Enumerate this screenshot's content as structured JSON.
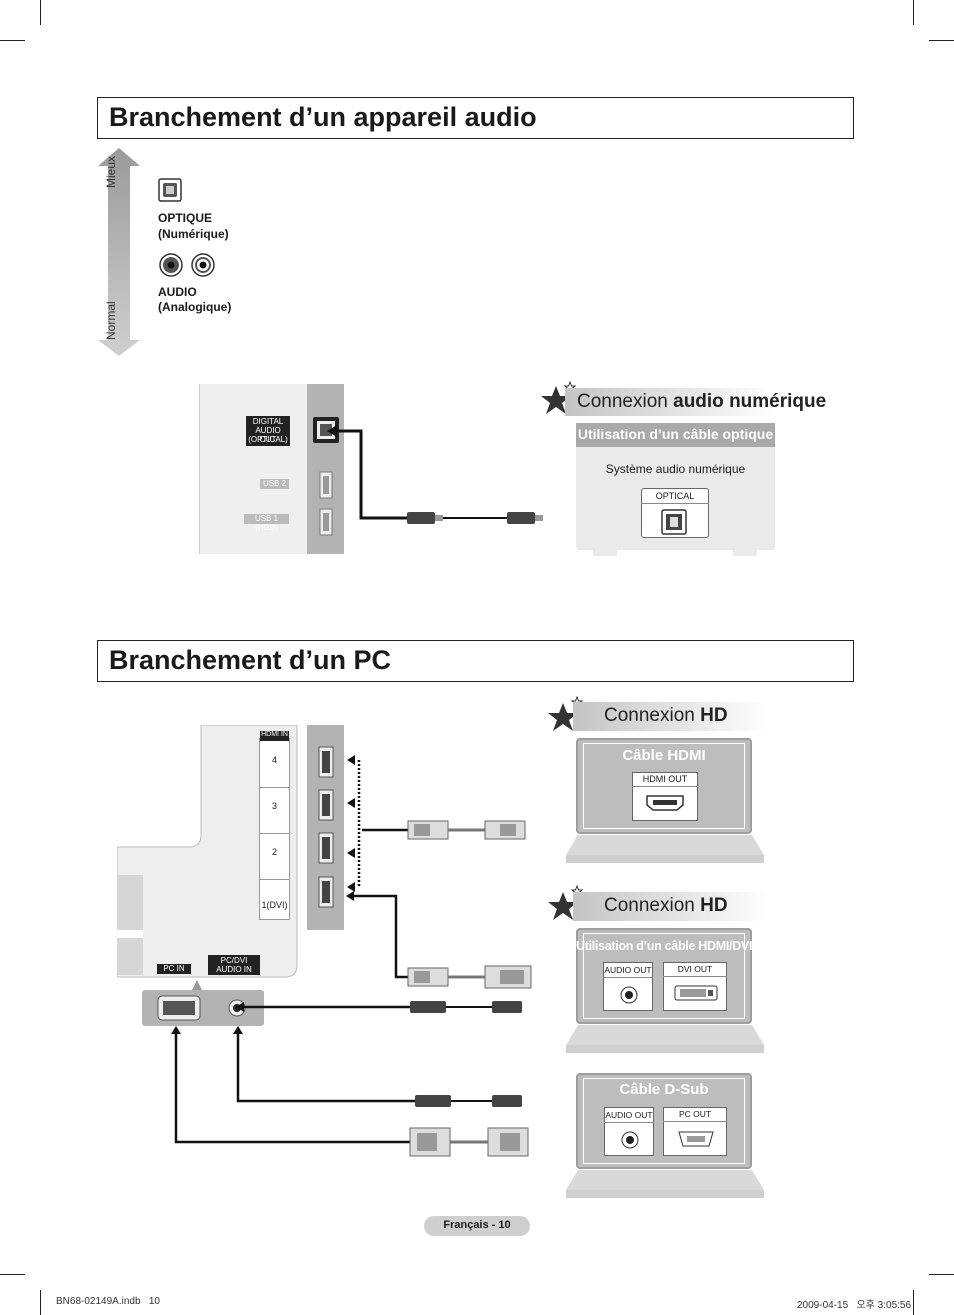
{
  "audio_section": {
    "title": "Branchement d’un appareil audio",
    "scale_top": "Mieux",
    "scale_bottom": "Normal",
    "optique_label": "OPTIQUE",
    "optique_sub": "(Numérique)",
    "audio_label": "AUDIO",
    "audio_sub": "(Analogique)",
    "tv_digital_out_1": "DIGITAL",
    "tv_digital_out_2": "AUDIO OUT",
    "tv_digital_out_3": "(OPTICAL)",
    "tv_usb2": "USB 2",
    "tv_usb1": "USB 1 (HDD)",
    "conn_title_normal": "Connexion ",
    "conn_title_bold": "audio numérique",
    "panel_header": "Utilisation d’un câble optique",
    "device_label": "Système audio numérique",
    "port_label": "OPTICAL"
  },
  "pc_section": {
    "title": "Branchement d’un PC",
    "hdmi_in": "HDMI IN",
    "hdmi_numbers": [
      "4",
      "3",
      "2",
      "1(DVI)"
    ],
    "pc_in": "PC IN",
    "pc_dvi_1": "PC/DVI",
    "pc_dvi_2": "AUDIO IN",
    "conn1_normal": "Connexion ",
    "conn1_bold": "HD",
    "panel1_header": "Câble HDMI",
    "panel1_port": "HDMI OUT",
    "conn2_normal": "Connexion ",
    "conn2_bold": "HD",
    "panel2_header": "Utilisation d’un câble HDMI/DVI",
    "panel2_port_a": "AUDIO OUT",
    "panel2_port_b": "DVI OUT",
    "panel3_header": "Câble D-Sub",
    "panel3_port_a": "AUDIO OUT",
    "panel3_port_b": "PC OUT"
  },
  "page_label": "Français - 10",
  "footer_left": "BN68-02149A.indb   10",
  "footer_right": "2009-04-15   오후 3:05:56"
}
